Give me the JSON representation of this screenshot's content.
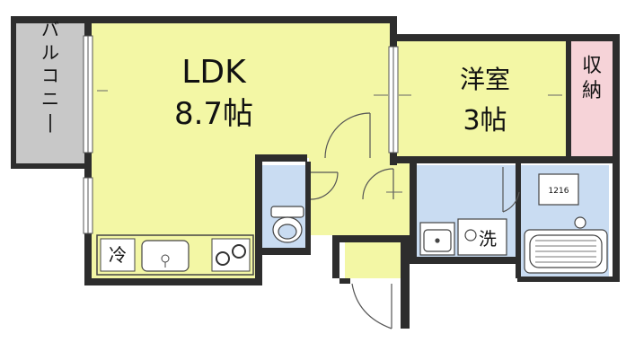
{
  "plan": {
    "balcony": "バルコニー",
    "ldk": {
      "name": "LDK",
      "size": "8.7帖"
    },
    "western_room": {
      "name": "洋室",
      "size": "3帖"
    },
    "closet": "収納",
    "fridge": "冷",
    "washer": "洗",
    "bath_label": "1216"
  },
  "colors": {
    "ldk": "#f3f7a5",
    "western_room": "#f3f7a5",
    "hall": "#f3f7a5",
    "wet_area": "#c9dcf2",
    "closet": "#f6d3d8",
    "balcony": "#c8c8c8",
    "wall": "#2d2d2d"
  }
}
